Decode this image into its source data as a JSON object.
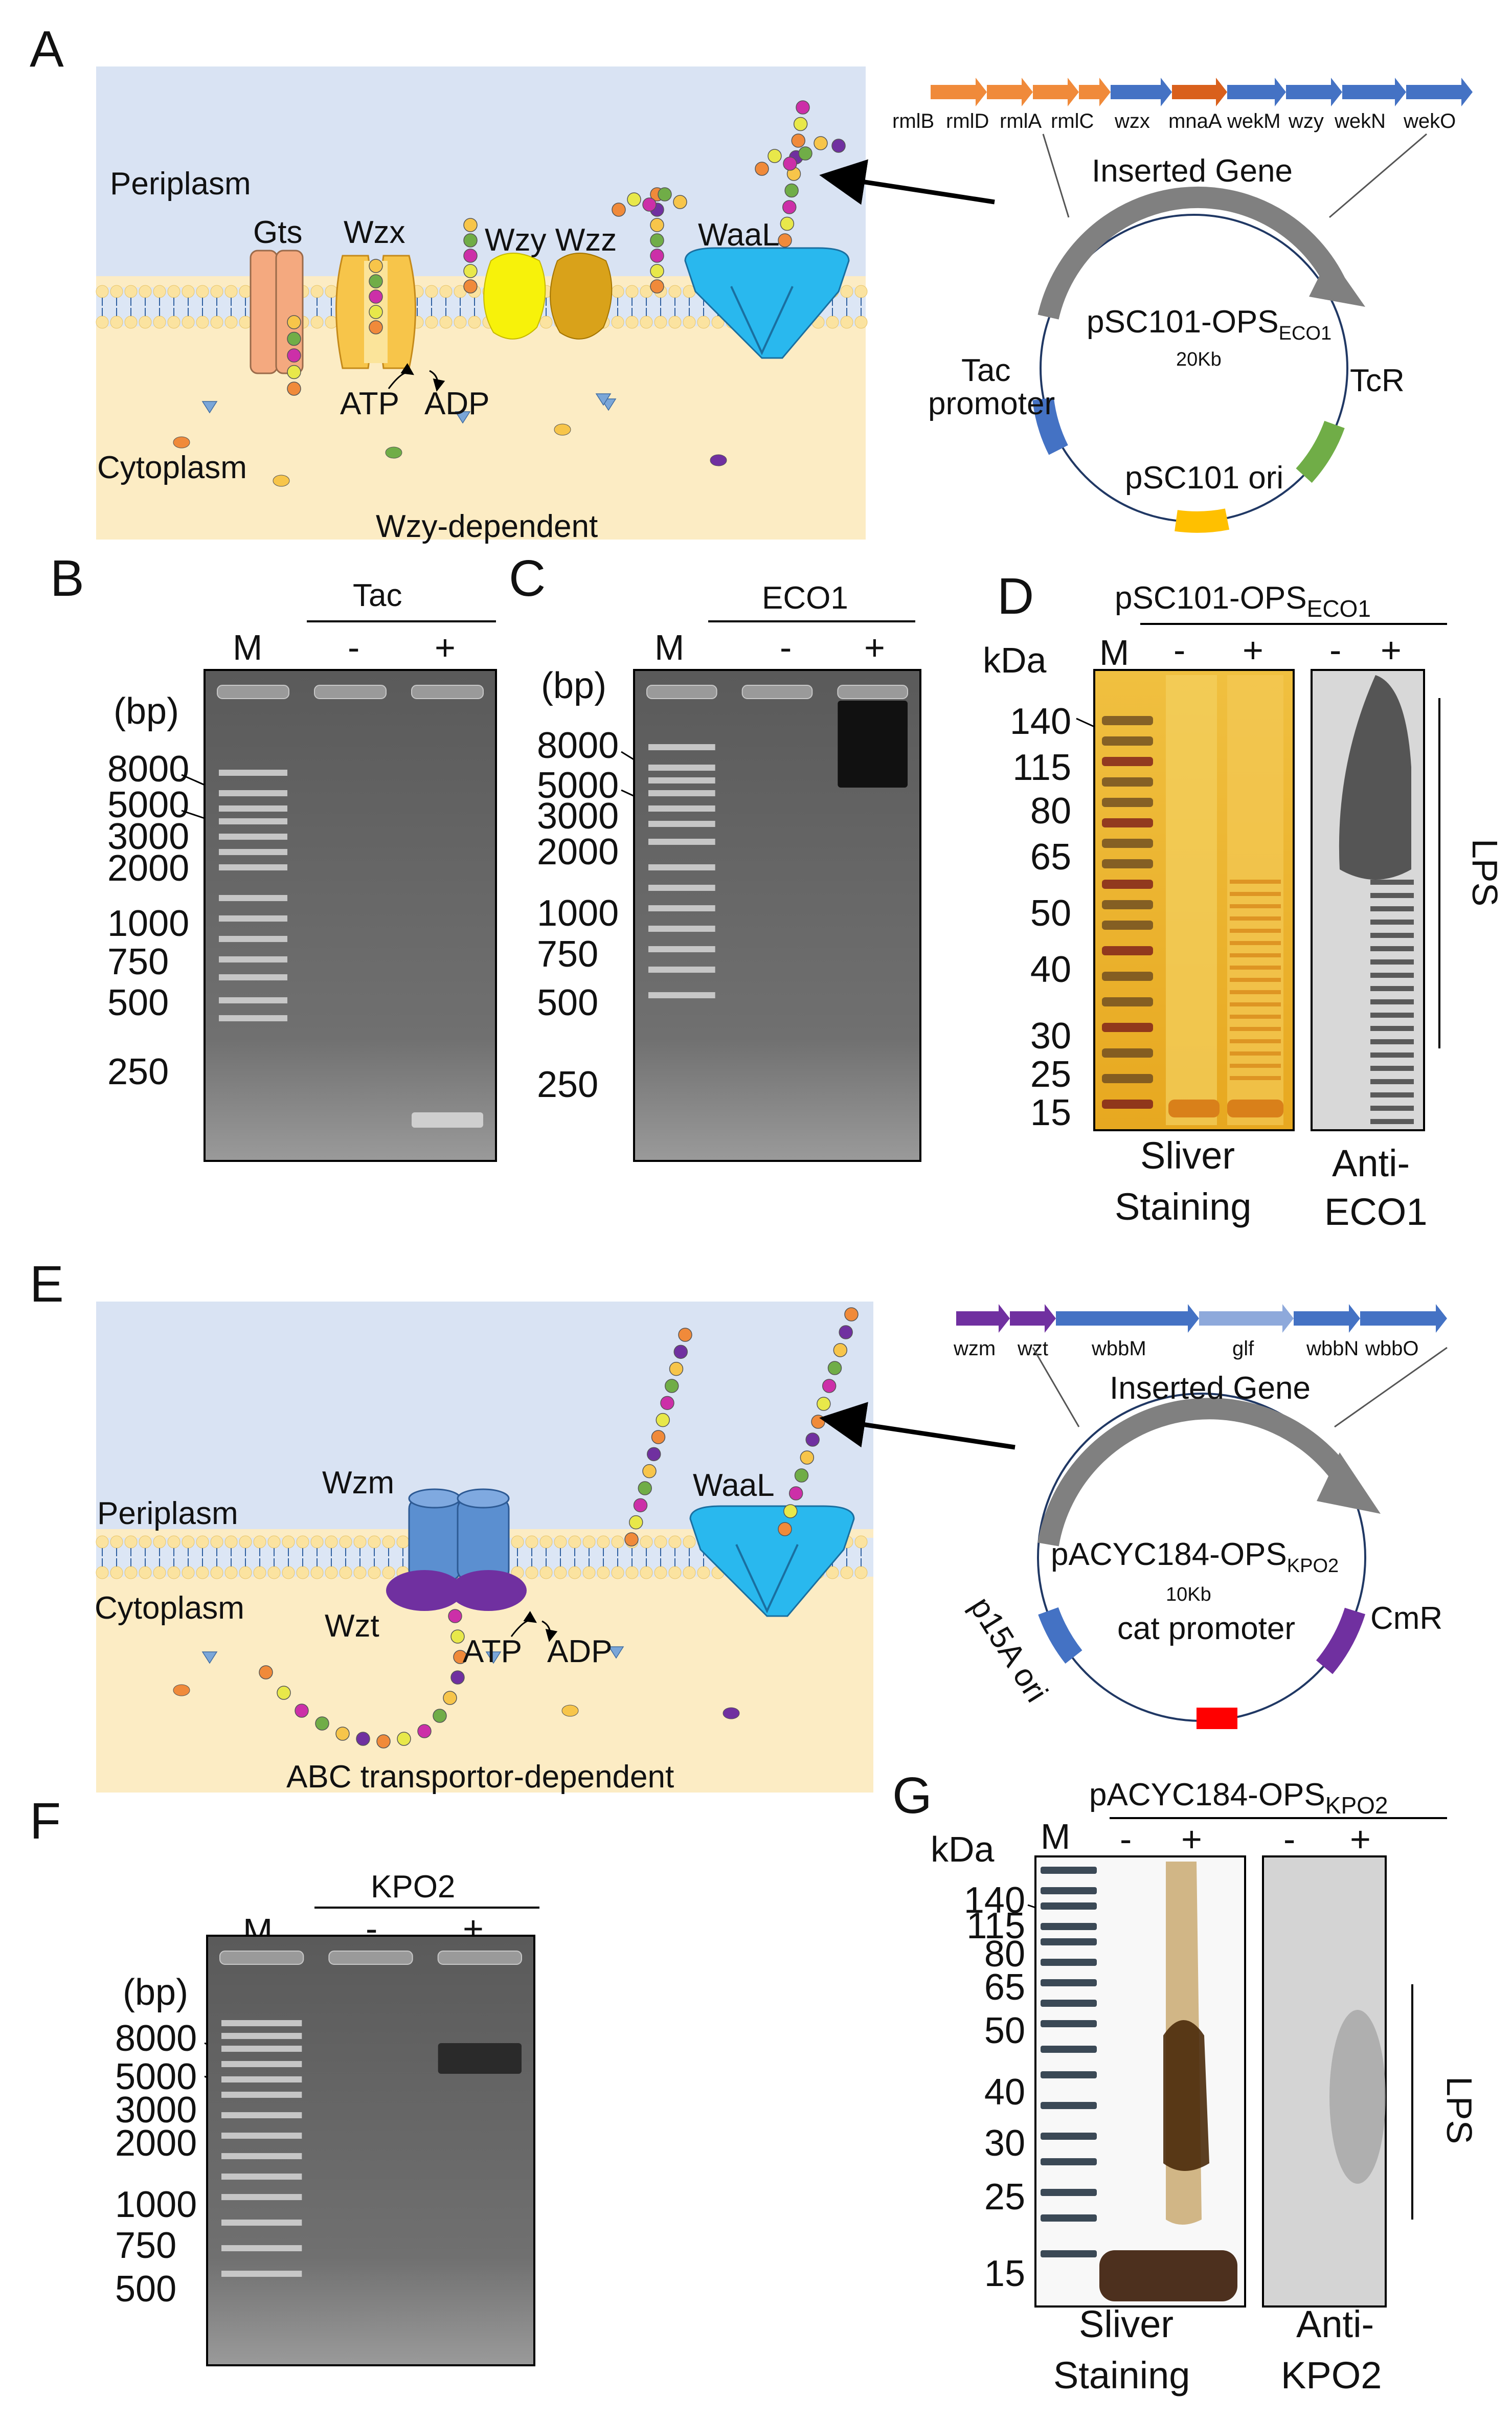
{
  "colors": {
    "periplasm_bg": "#d9e3f3",
    "cytoplasm_bg": "#fcecc4",
    "gel_bg": "#6a6a6a",
    "silver_bg": "#e8a920",
    "western_bg": "#d8d8d8",
    "gene_orange": "#f08a3a",
    "gene_dark_orange": "#d9601c",
    "gene_blue": "#4472c4",
    "gene_purple": "#7030a0",
    "gene_lightblue": "#8ea9db"
  },
  "panelA": {
    "letter": "A",
    "periplasm": "Periplasm",
    "cytoplasm": "Cytoplasm",
    "gts": "Gts",
    "wzx": "Wzx",
    "wzy_wzz": "Wzy Wzz",
    "waal": "WaaL",
    "atp": "ATP",
    "adp": "ADP",
    "pathway": "Wzy-dependent",
    "genes": [
      "rmlB",
      "rmlD",
      "rmlA",
      "rmlC",
      "wzx",
      "mnaA",
      "wekM",
      "wzy",
      "wekN",
      "wekO"
    ],
    "gene_icons": [
      "orange",
      "orange",
      "orange",
      "orange",
      "blue",
      "dark-orange",
      "blue",
      "blue",
      "blue",
      "blue"
    ],
    "inserted_gene": "Inserted Gene",
    "plasmid_name": "pSC101-OPS",
    "plasmid_sub": "ECO1",
    "plasmid_size": "20Kb",
    "tac": "Tac",
    "promoter": "promoter",
    "tcr": "TcR",
    "ori": "pSC101 ori"
  },
  "panelB": {
    "letter": "B",
    "title": "Tac",
    "lanes": [
      "M",
      "-",
      "+"
    ],
    "unit": "(bp)",
    "markers": [
      "8000",
      "5000",
      "3000",
      "2000",
      "1000",
      "750",
      "500",
      "250"
    ]
  },
  "panelC": {
    "letter": "C",
    "title": "ECO1",
    "lanes": [
      "M",
      "-",
      "+"
    ],
    "unit": "(bp)",
    "markers": [
      "8000",
      "5000",
      "3000",
      "2000",
      "1000",
      "750",
      "500",
      "250"
    ]
  },
  "panelD": {
    "letter": "D",
    "title": "pSC101-OPS",
    "title_sub": "ECO1",
    "unit": "kDa",
    "lanes_silver": [
      "M",
      "-",
      "+"
    ],
    "lanes_western": [
      "-",
      "+"
    ],
    "markers": [
      "140",
      "115",
      "80",
      "65",
      "50",
      "40",
      "30",
      "25",
      "15"
    ],
    "lps": "LPS",
    "silver_label_1": "Sliver",
    "silver_label_2": "Staining",
    "western_label_1": "Anti-",
    "western_label_2": "ECO1"
  },
  "panelE": {
    "letter": "E",
    "periplasm": "Periplasm",
    "cytoplasm": "Cytoplasm",
    "wzm": "Wzm",
    "wzt": "Wzt",
    "waal": "WaaL",
    "atp": "ATP",
    "adp": "ADP",
    "pathway": "ABC transportor-dependent",
    "genes": [
      "wzm",
      "wzt",
      "wbbM",
      "glf",
      "wbbN",
      "wbbO"
    ],
    "inserted_gene": "Inserted Gene",
    "plasmid_name": "pACYC184-OPS",
    "plasmid_sub": "KPO2",
    "plasmid_size": "10Kb",
    "cmr": "CmR",
    "cat_promoter": "cat promoter",
    "ori": "p15A ori"
  },
  "panelF": {
    "letter": "F",
    "title": "KPO2",
    "lanes": [
      "M",
      "-",
      "+"
    ],
    "unit": "(bp)",
    "markers": [
      "8000",
      "5000",
      "3000",
      "2000",
      "1000",
      "750",
      "500"
    ]
  },
  "panelG": {
    "letter": "G",
    "title": "pACYC184-OPS",
    "title_sub": "KPO2",
    "unit": "kDa",
    "lanes_silver": [
      "M",
      "-",
      "+"
    ],
    "lanes_western": [
      "-",
      "+"
    ],
    "markers": [
      "140",
      "115",
      "80",
      "65",
      "50",
      "40",
      "30",
      "25",
      "15"
    ],
    "lps": "LPS",
    "silver_label_1": "Sliver",
    "silver_label_2": "Staining",
    "western_label_1": "Anti-",
    "western_label_2": "KPO2"
  }
}
